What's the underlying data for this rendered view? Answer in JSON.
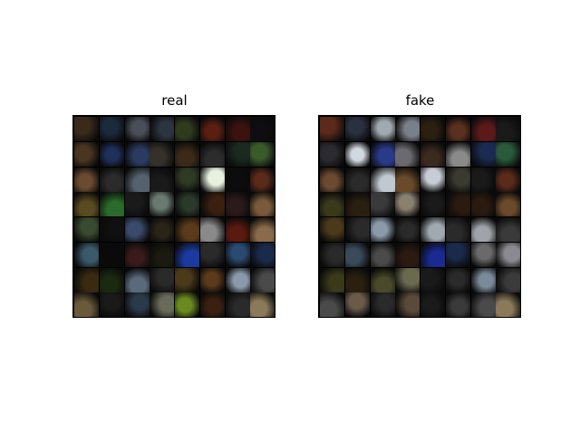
{
  "panels": [
    {
      "id": "real",
      "title": "real"
    },
    {
      "id": "fake",
      "title": "fake"
    }
  ],
  "grid": {
    "rows": 8,
    "cols": 8
  },
  "colors": {
    "background": "#ffffff",
    "frame": "#000000"
  }
}
